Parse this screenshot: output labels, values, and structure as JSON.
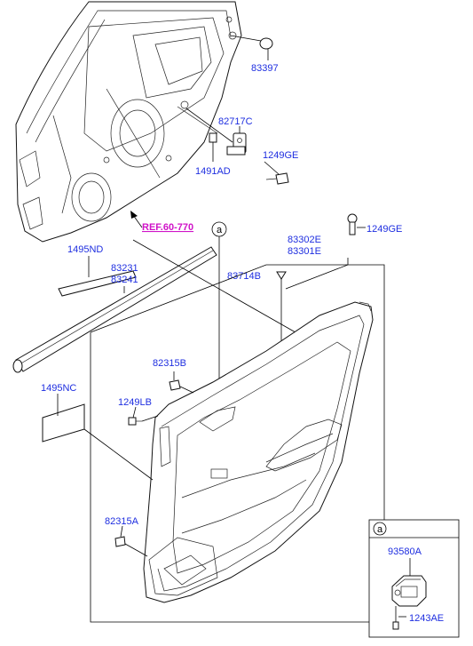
{
  "labels": {
    "p83397": "83397",
    "p82717c": "82717C",
    "p1491ad": "1491AD",
    "p1249ge_top": "1249GE",
    "ref": "REF.60-770",
    "callout_a_main": "a",
    "p1249ge_mid": "1249GE",
    "p83302e": "83302E",
    "p83301e": "83301E",
    "p1495nd": "1495ND",
    "p83231": "83231",
    "p83241": "83241",
    "p83714b": "83714B",
    "p82315b": "82315B",
    "p1495nc": "1495NC",
    "p1249lb": "1249LB",
    "p82315a": "82315A",
    "inset_a": "a",
    "p93580a": "93580A",
    "p1243ae": "1243AE"
  },
  "colors": {
    "label": "#1e2ee0",
    "ref": "#d014c8",
    "line": "#000000"
  }
}
